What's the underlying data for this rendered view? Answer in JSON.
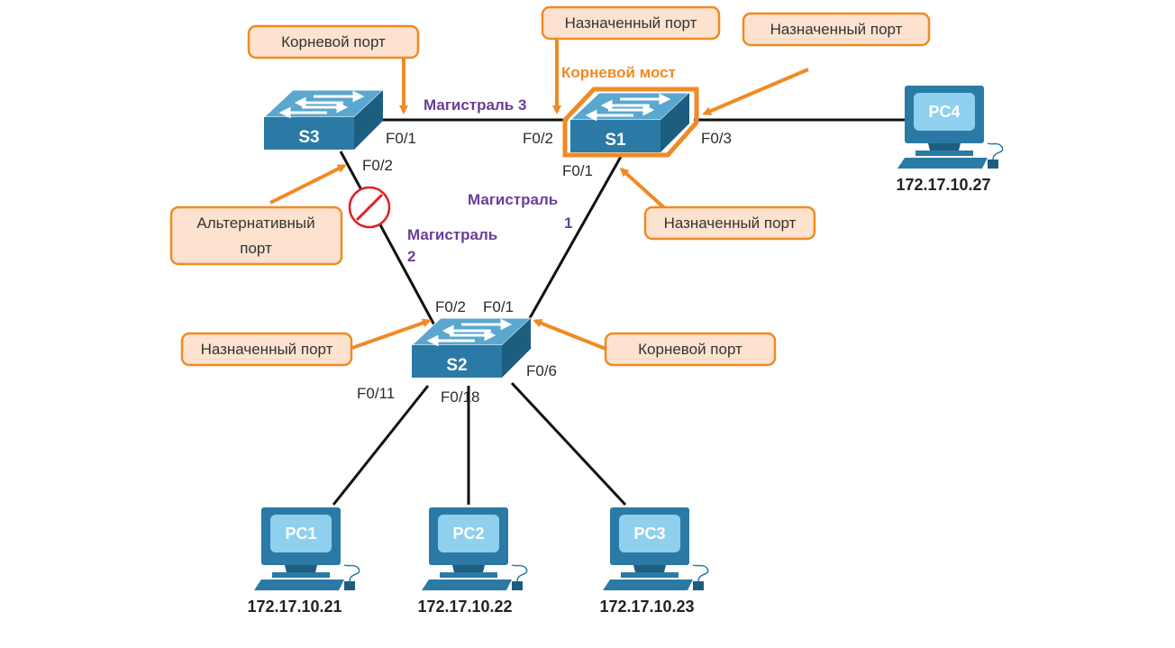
{
  "colors": {
    "accent": "#f08a24",
    "callout_fill": "#fde3cf",
    "trunk_label": "#6a3d9a",
    "switch": "#2a7aa5",
    "blocked": "#e0202a"
  },
  "switches": {
    "s1": "S1",
    "s2": "S2",
    "s3": "S3"
  },
  "root_bridge_label": "Корневой мост",
  "trunks": {
    "t3": "Магистраль 3",
    "t1_line1": "Магистраль",
    "t1_line2": "1",
    "t2_line1": "Магистраль",
    "t2_line2": "2"
  },
  "ports": {
    "s3_f01": "F0/1",
    "s3_f02": "F0/2",
    "s1_f02": "F0/2",
    "s1_f01": "F0/1",
    "s1_f03": "F0/3",
    "s2_f02": "F0/2",
    "s2_f01": "F0/1",
    "s2_f06": "F0/6",
    "s2_f011": "F0/11",
    "s2_f018": "F0/18"
  },
  "callouts": {
    "s3_root": "Корневой порт",
    "s1_desig_f02": "Назначенный порт",
    "s1_desig_f03": "Назначенный порт",
    "s1_desig_f01": "Назначенный порт",
    "s3_alt_line1": "Альтернативный",
    "s3_alt_line2": "порт",
    "s2_desig": "Назначенный порт",
    "s2_root": "Корневой порт"
  },
  "pcs": [
    {
      "label": "PC1",
      "ip": "172.17.10.21"
    },
    {
      "label": "PC2",
      "ip": "172.17.10.22"
    },
    {
      "label": "PC3",
      "ip": "172.17.10.23"
    },
    {
      "label": "PC4",
      "ip": "172.17.10.27"
    }
  ],
  "icons": {
    "blocked_port": "blocked-port-icon",
    "switch": "switch-icon",
    "pc": "pc-icon"
  }
}
